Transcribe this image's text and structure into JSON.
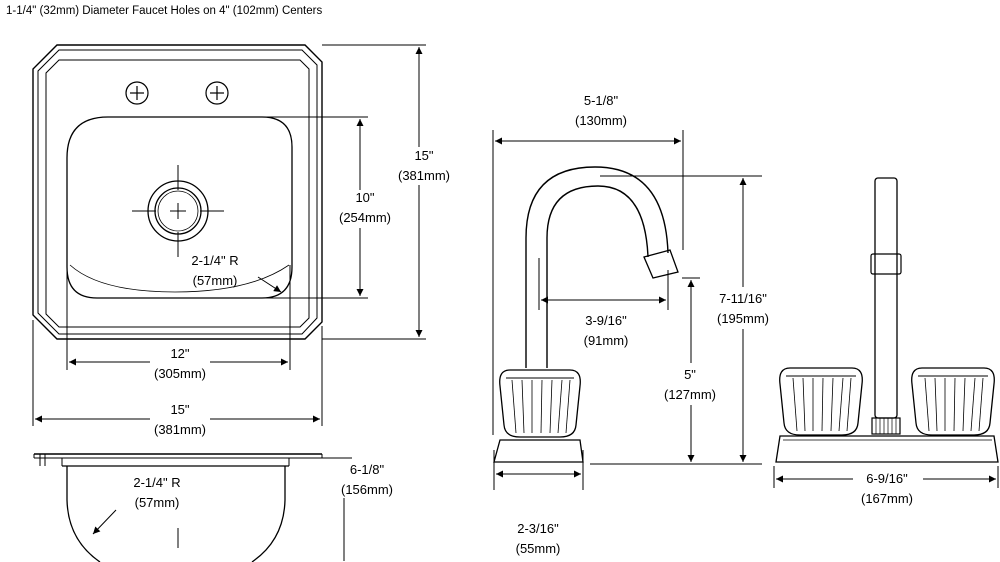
{
  "header": {
    "note": "1-1/4\" (32mm) Diameter Faucet Holes on 4\" (102mm) Centers"
  },
  "dimensions": {
    "sink_length_in": "15\"",
    "sink_length_mm": "(381mm)",
    "bowl_length_in": "10\"",
    "bowl_length_mm": "(254mm)",
    "corner_radius_in": "2-1/4\" R",
    "corner_radius_mm": "(57mm)",
    "bowl_width_in": "12\"",
    "bowl_width_mm": "(305mm)",
    "sink_width_in": "15\"",
    "sink_width_mm": "(381mm)",
    "bowl_depth_in": "6-1/8\"",
    "bowl_depth_mm": "(156mm)",
    "side_radius_in": "2-1/4\" R",
    "side_radius_mm": "(57mm)",
    "spout_reach_in": "5-1/8\"",
    "spout_reach_mm": "(130mm)",
    "spout_offset_in": "3-9/16\"",
    "spout_offset_mm": "(91mm)",
    "spout_clearance_in": "5\"",
    "spout_clearance_mm": "(127mm)",
    "faucet_height_in": "7-11/16\"",
    "faucet_height_mm": "(195mm)",
    "base_width_in": "2-3/16\"",
    "base_width_mm": "(55mm)",
    "faucet_spread_in": "6-9/16\"",
    "faucet_spread_mm": "(167mm)"
  }
}
